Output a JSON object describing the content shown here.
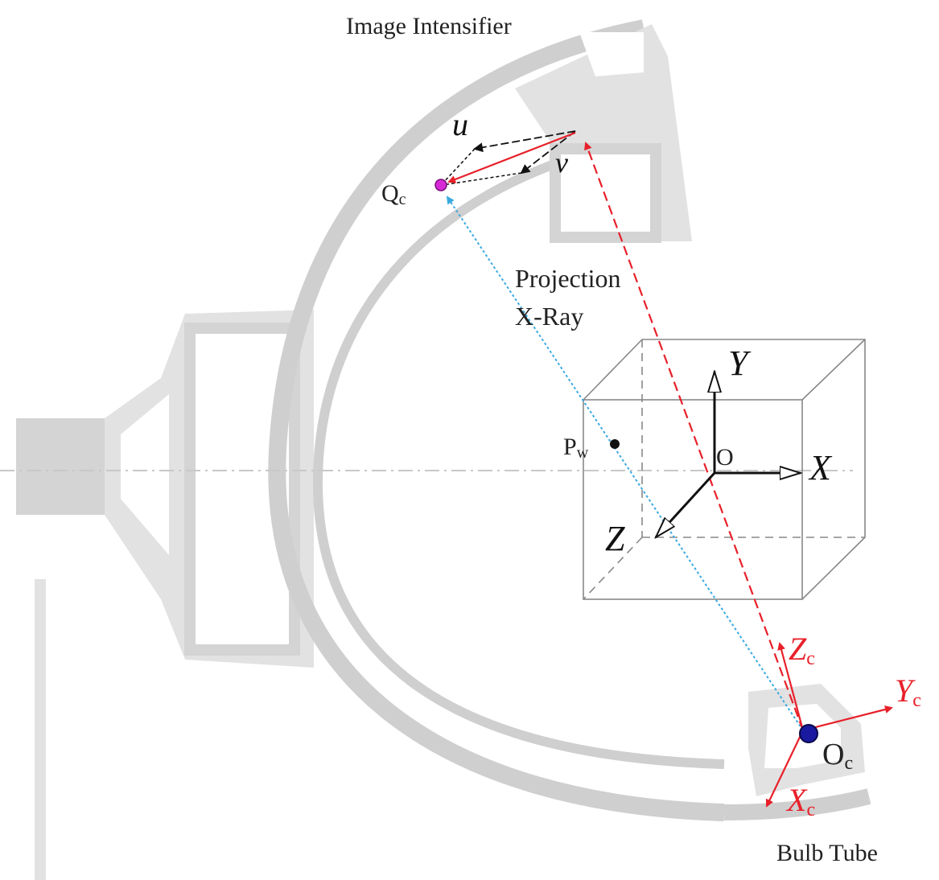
{
  "labels": {
    "image_intensifier": "Image Intensifier",
    "bulb_tube": "Bulb Tube",
    "projection_line1": "Projection",
    "projection_line2": "X-Ray",
    "qc": "Q",
    "qc_sub": "c",
    "pw": "P",
    "pw_sub": "w",
    "u": "u",
    "v": "v",
    "world_origin": "O",
    "world_x": "X",
    "world_y": "Y",
    "world_z": "Z",
    "cam_origin": "O",
    "cam_origin_sub": "c",
    "cam_x": "X",
    "cam_x_sub": "c",
    "cam_y": "Y",
    "cam_y_sub": "c",
    "cam_z": "Z",
    "cam_z_sub": "c"
  },
  "colors": {
    "carm_gray": "#d4d4d4",
    "red": "#e8202a",
    "blue_dotted": "#3aa9e0",
    "qc_point": "#d62ad6",
    "oc_point": "#1a1aa0",
    "black": "#111111"
  }
}
